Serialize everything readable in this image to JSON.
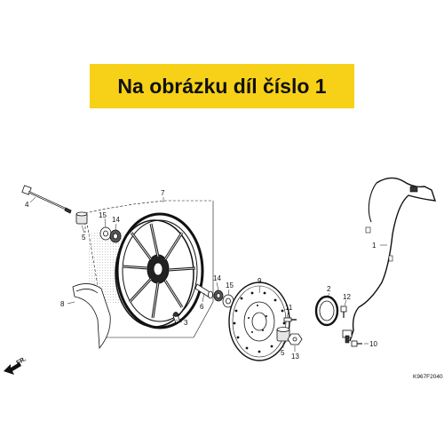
{
  "banner": {
    "text": "Na obrázku díl číslo 1"
  },
  "callouts": [
    {
      "id": "c1",
      "label": "1"
    },
    {
      "id": "c2",
      "label": "2"
    },
    {
      "id": "c3",
      "label": "3"
    },
    {
      "id": "c4",
      "label": "4"
    },
    {
      "id": "c5a",
      "label": "5"
    },
    {
      "id": "c5b",
      "label": "5"
    },
    {
      "id": "c6",
      "label": "6"
    },
    {
      "id": "c7",
      "label": "7"
    },
    {
      "id": "c8",
      "label": "8"
    },
    {
      "id": "c9",
      "label": "9"
    },
    {
      "id": "c10",
      "label": "10"
    },
    {
      "id": "c11",
      "label": "11"
    },
    {
      "id": "c12",
      "label": "12"
    },
    {
      "id": "c13",
      "label": "13"
    },
    {
      "id": "c14a",
      "label": "14"
    },
    {
      "id": "c14b",
      "label": "14"
    },
    {
      "id": "c15a",
      "label": "15"
    },
    {
      "id": "c15b",
      "label": "15"
    }
  ],
  "direction_label": "FR.",
  "diagram_code": "K967F2040",
  "colors": {
    "banner": "#f7d117",
    "ink": "#111111",
    "shade": "#c9c9c9"
  }
}
